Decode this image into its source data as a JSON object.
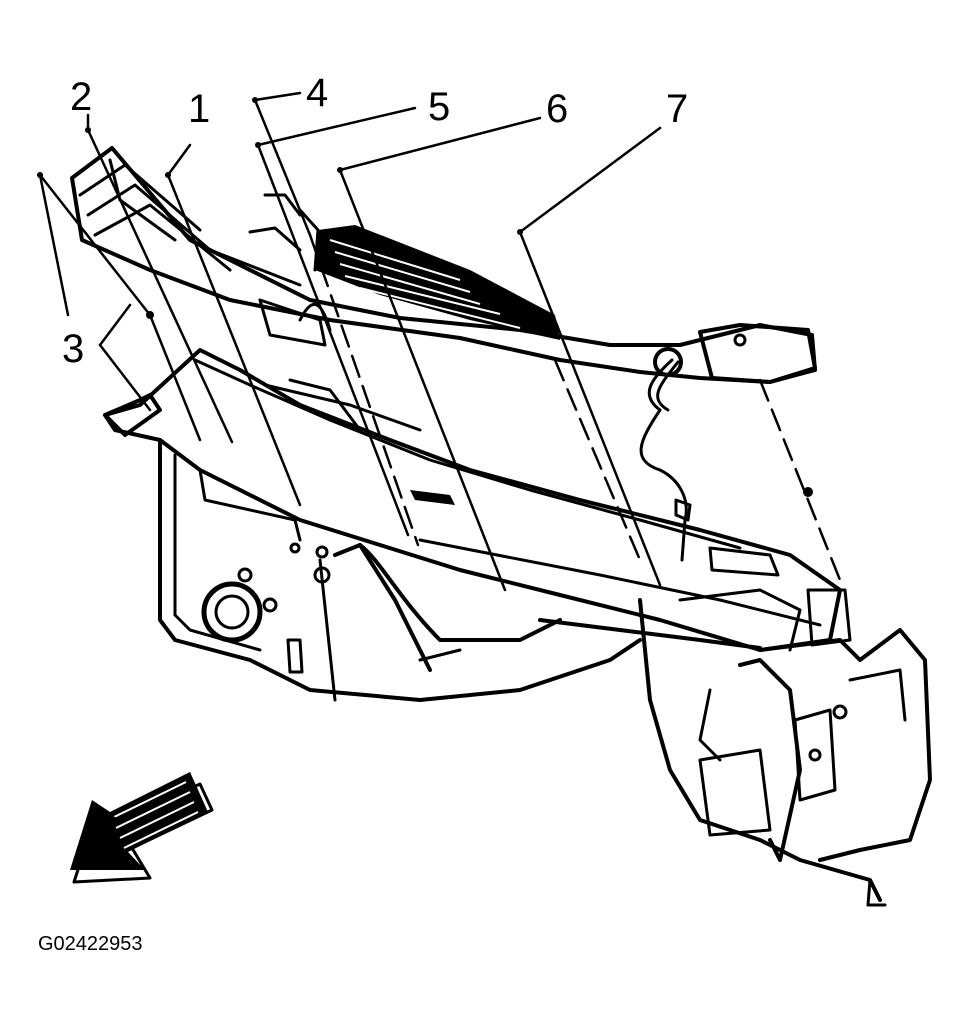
{
  "figure_id": "G02422953",
  "callouts": [
    {
      "label": "1"
    },
    {
      "label": "2"
    },
    {
      "label": "3"
    },
    {
      "label": "4"
    },
    {
      "label": "5"
    },
    {
      "label": "6"
    },
    {
      "label": "7"
    }
  ],
  "colors": {
    "ink": "#000000",
    "paper": "#ffffff"
  },
  "icons": {
    "direction_arrow": "arrow-down-left-icon"
  }
}
